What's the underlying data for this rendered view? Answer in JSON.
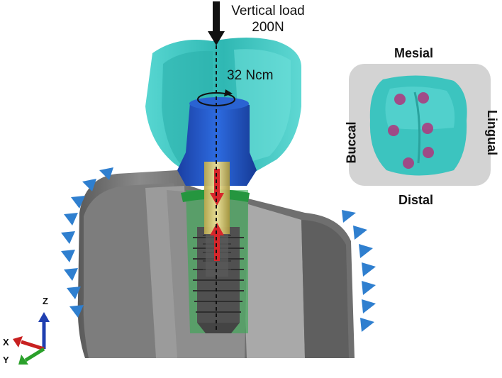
{
  "labels": {
    "load_line1": "Vertical load",
    "load_line2": "200N",
    "torque": "32 Ncm",
    "mesial": "Mesial",
    "distal": "Distal",
    "buccal": "Buccal",
    "lingual": "Lingual"
  },
  "axes": {
    "z": "Z",
    "x": "X",
    "y": "Y"
  },
  "colors": {
    "crown": "#3fc9c4",
    "abutment": "#1d55c4",
    "screw": "#d9c76a",
    "bone": "#6b6b6b",
    "tissue_ring": "#2eab4a",
    "force_arrow": "#d8262b",
    "constraint": "#2f7fcf",
    "contact_point": "#b0357d"
  },
  "icons": {
    "load_arrow": "down-arrow-icon",
    "torque": "rotation-arrow-icon",
    "constraint": "triangle-icon"
  }
}
